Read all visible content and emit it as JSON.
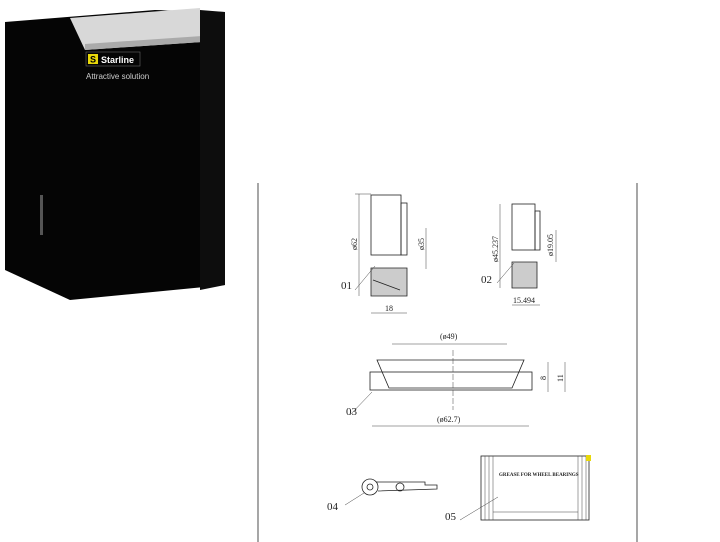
{
  "product_box": {
    "brand": "Starline",
    "tagline": "Attractive solution",
    "colors": {
      "box": "#000000",
      "logo_accent": "#e8d80a",
      "lid": "#d9d9d9"
    }
  },
  "drawing": {
    "parts": [
      {
        "id": "01",
        "dims": [
          "ø62",
          "ø35",
          "18"
        ]
      },
      {
        "id": "02",
        "dims": [
          "ø45.237",
          "ø19.05",
          "15.494"
        ]
      },
      {
        "id": "03",
        "dims": [
          "(ø49)",
          "(ø62.7)",
          "11",
          "8"
        ]
      },
      {
        "id": "04",
        "dims": []
      },
      {
        "id": "05",
        "dims": [],
        "text": "GREASE FOR WHEEL BEARINGS"
      }
    ]
  }
}
